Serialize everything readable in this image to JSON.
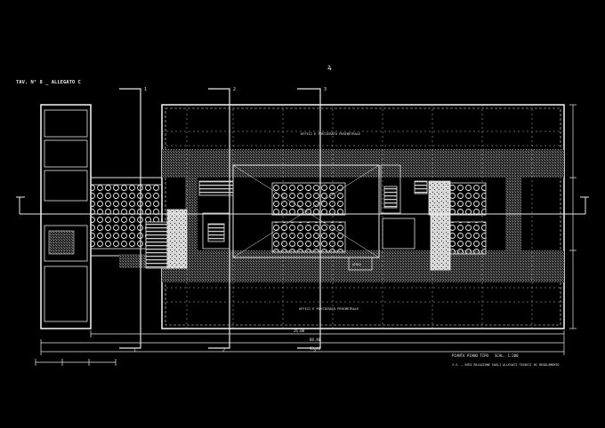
{
  "header": {
    "title": "TAV. N° 8 _ ALLEGATO C",
    "corner_mark": "ꝝ"
  },
  "sections": {
    "s1_top": "1",
    "s1_bottom": "1",
    "s2_top": "2",
    "s2_bottom": "2",
    "s3_top": "3",
    "s3_bottom": "3"
  },
  "rooms": {
    "upper_wing": "UFFICI E PORTIERATO PERIMETRALE",
    "lower_wing": "UFFICI E PORTIERATO PERIMETRALE",
    "core_label": "ATRIO"
  },
  "dimensions": {
    "d1": "26.00",
    "d2": "88.40",
    "d3": "93.40"
  },
  "footer": {
    "plan_title": "PIANTA PIANO TIPO",
    "scale": "SCAL. 1:200",
    "note": "V.S. – VEDI RELAZIONE SUGLI ALLEGATI TECNICI DI REGOLAMENTO"
  },
  "colors": {
    "background": "#000000",
    "line": "#e8e8e8",
    "hatch": "#6f6f6f"
  }
}
